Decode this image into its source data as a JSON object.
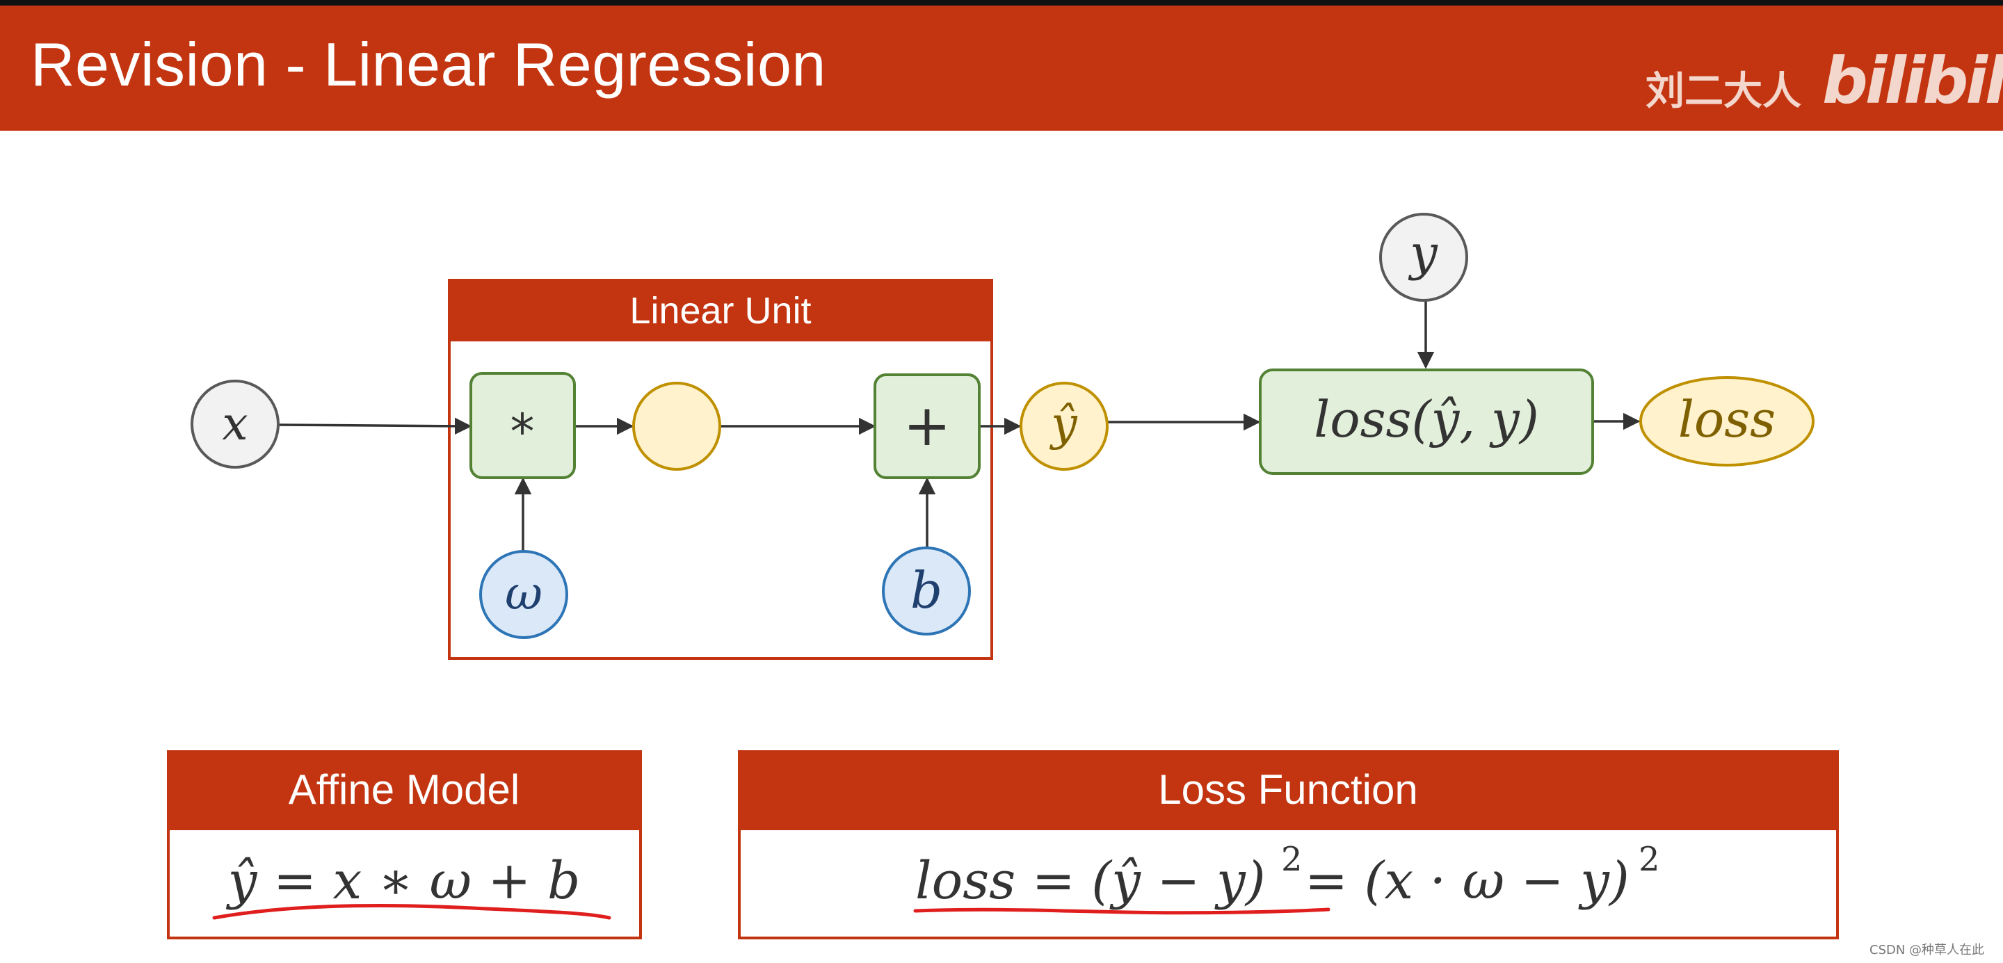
{
  "header": {
    "title": "Revision - Linear Regression",
    "brand_text": "刘二大人",
    "bili_logo": "bilibili"
  },
  "colors": {
    "header_bg": "#c33510",
    "green_fill": "#e2efda",
    "green_stroke": "#548235",
    "yellow_fill": "#fff2cc",
    "yellow_stroke": "#bf9000",
    "blue_fill": "#dae8f8",
    "blue_stroke": "#2e75b6",
    "gray_fill": "#f2f2f2",
    "gray_stroke": "#595959"
  },
  "diagram": {
    "x_node": "x",
    "mul_op": "*",
    "add_op": "+",
    "w_node": "ω",
    "b_node": "b",
    "yhat_node": "ŷ",
    "y_node": "y",
    "loss_fn": "loss(ŷ, y)",
    "loss_out": "loss",
    "linear_unit_title": "Linear Unit"
  },
  "affine_model": {
    "title": "Affine Model",
    "formula": "ŷ = x ∗ ω + b"
  },
  "loss_function": {
    "title": "Loss Function",
    "formula_lhs": "loss = (ŷ − y)",
    "exp": "2",
    "formula_rhs": "= (x · ω − y)"
  },
  "watermark": "CSDN @种草人在此"
}
